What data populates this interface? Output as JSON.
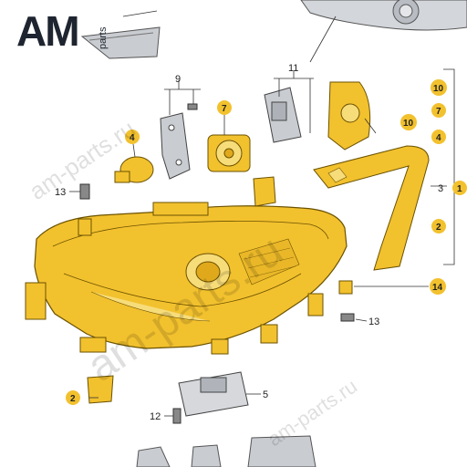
{
  "logo": {
    "letters": "AM",
    "sub": "parts"
  },
  "watermark": "am-parts.ru",
  "colors": {
    "part_fill": "#f2c12e",
    "part_fill_light": "#f7dc7a",
    "part_stroke": "#6b5200",
    "grey_part": "#c9ccd1",
    "badge_fill": "#f2c12e",
    "line": "#333333"
  },
  "callouts": {
    "c1": "1",
    "c2a": "2",
    "c2b": "2",
    "c3": "3",
    "c4a": "4",
    "c4b": "4",
    "c5": "5",
    "c7a": "7",
    "c7b": "7",
    "c9": "9",
    "c10a": "10",
    "c10b": "10",
    "c11": "11",
    "c12": "12",
    "c13a": "13",
    "c13b": "13",
    "c14": "14"
  }
}
